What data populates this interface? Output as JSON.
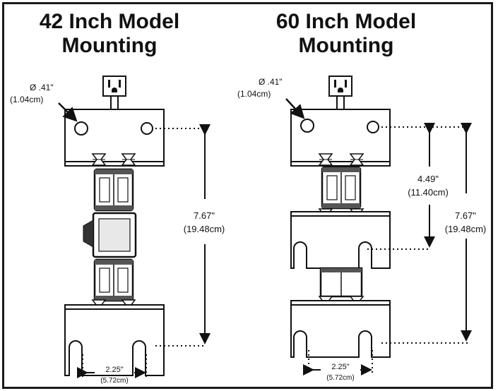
{
  "titles": {
    "left_line1": "42 Inch Model",
    "left_line2": "Mounting",
    "right_line1": "60 Inch Model",
    "right_line2": "Mounting"
  },
  "left": {
    "hole_dia": "Ø .41\"",
    "hole_dia_cm": "(1.04cm)",
    "height_in": "7.67\"",
    "height_cm": "(19.48cm)",
    "width_in": "2.25\"",
    "width_cm": "(5.72cm)"
  },
  "right": {
    "hole_dia": "Ø .41\"",
    "hole_dia_cm": "(1.04cm)",
    "mid_in": "4.49\"",
    "mid_cm": "(11.40cm)",
    "height_in": "7.67\"",
    "height_cm": "(19.48cm)",
    "width_in": "2.25\"",
    "width_cm": "(5.72cm)"
  }
}
